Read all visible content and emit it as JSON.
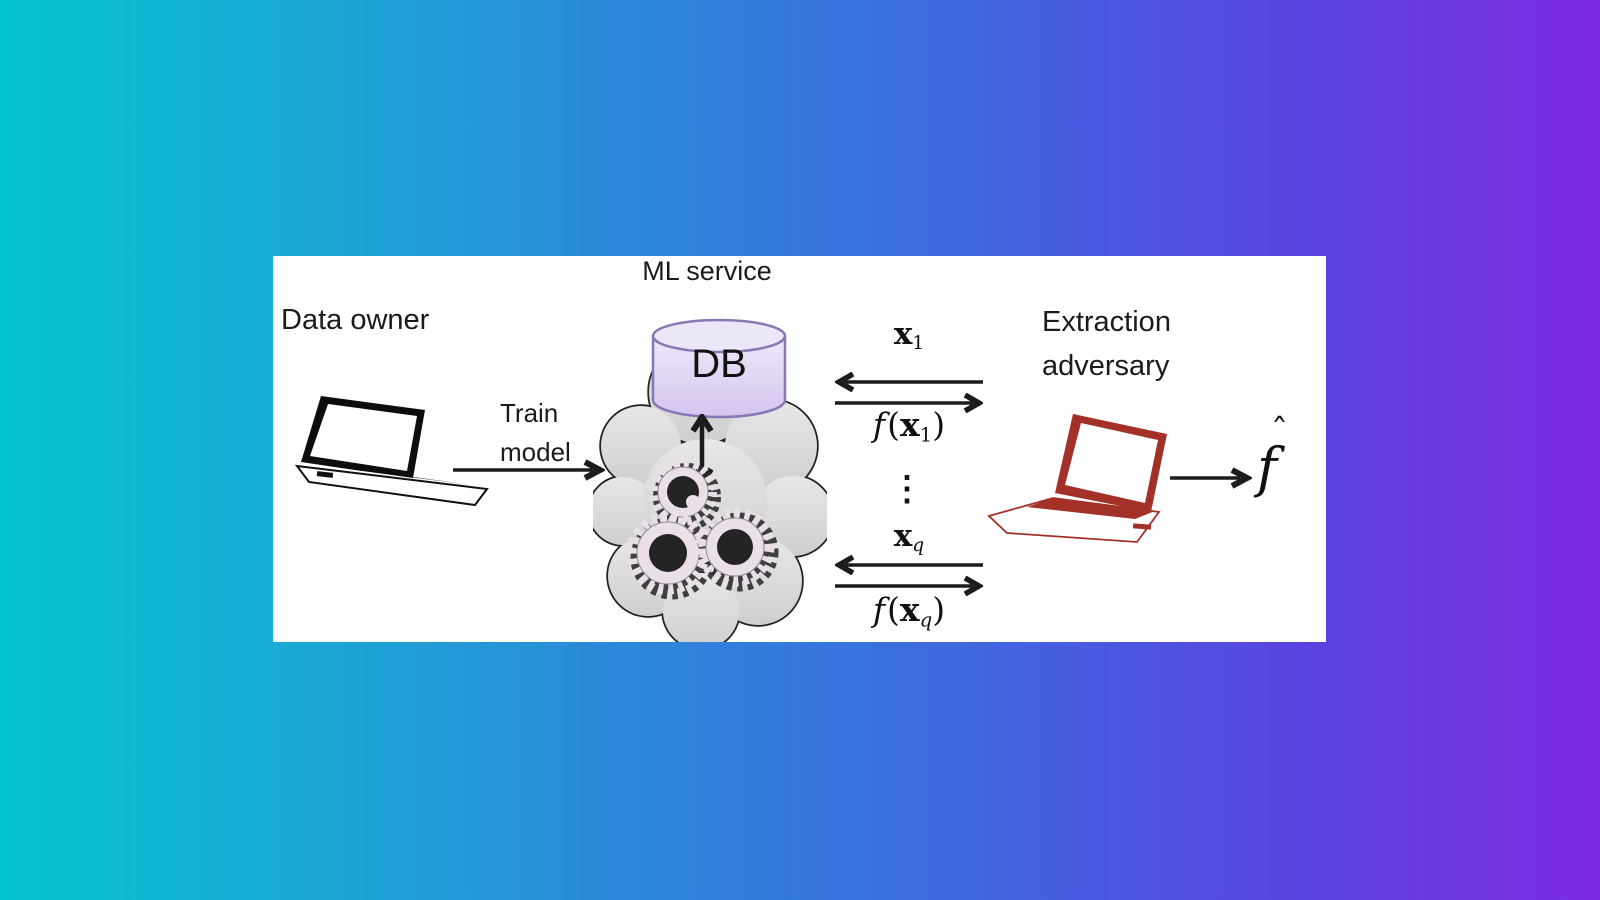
{
  "background": {
    "gradient_left": "#03c4ce",
    "gradient_middle": "#2b8ad9",
    "gradient_right": "#7c2ae2",
    "panel_color": "#ffffff"
  },
  "diagram": {
    "title": "ML service",
    "data_owner": {
      "label": "Data owner"
    },
    "train_edge": {
      "line1": "Train",
      "line2": "model"
    },
    "ml_service": {
      "db_label": "DB"
    },
    "adversary": {
      "line1": "Extraction",
      "line2": "adversary"
    },
    "messages": {
      "query1": {
        "x": "x",
        "sub": "1"
      },
      "response1": {
        "f": "f",
        "open": "(",
        "x": "x",
        "sub": "1",
        "close": ")"
      },
      "ellipsis": "⋮",
      "queryq": {
        "x": "x",
        "sub": "q"
      },
      "responseq": {
        "f": "f",
        "open": "(",
        "x": "x",
        "sub": "q",
        "close": ")"
      }
    },
    "output": {
      "f": "f",
      "hat": "ˆ"
    },
    "icons": {
      "owner_laptop": "black-laptop-icon",
      "adversary_laptop": "red-laptop-icon",
      "service_cloud": "cloud-icon",
      "database": "database-cylinder-icon",
      "gears": "gears-icon"
    },
    "colors": {
      "db_fill": "#ddd0f2",
      "db_top_fill": "#ece6f9",
      "db_border": "#8a76b4",
      "cloud_fill": "#d9d9d9",
      "cloud_border": "#222222",
      "gear_body": "#eadfe8",
      "gear_hole": "#242424",
      "owner_laptop": "#0d0d0d",
      "adversary_laptop": "#a33128",
      "arrow": "#1c1c1c",
      "text": "#1b1b1b"
    }
  }
}
